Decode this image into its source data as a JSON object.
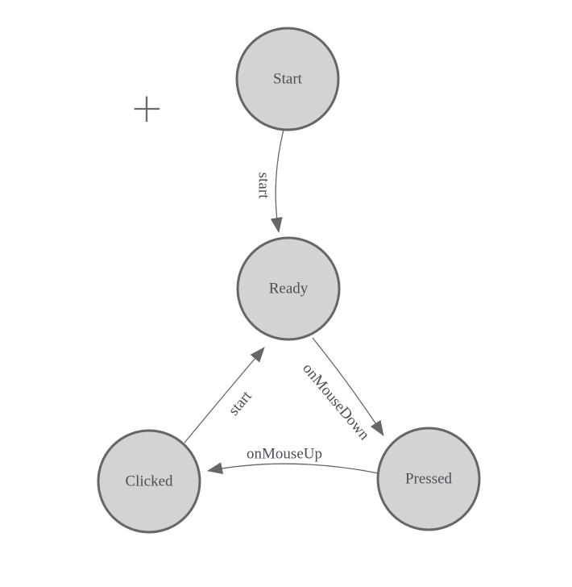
{
  "canvas": {
    "background": "#ffffff"
  },
  "palette": {
    "node_fill": "#d3d3d3",
    "node_stroke": "#666666",
    "edge_color": "#666666",
    "arrowhead_color": "#666666",
    "text_color": "#4e4e56"
  },
  "nodes": [
    {
      "id": "start",
      "label": "Start"
    },
    {
      "id": "ready",
      "label": "Ready"
    },
    {
      "id": "clicked",
      "label": "Clicked"
    },
    {
      "id": "pressed",
      "label": "Pressed"
    }
  ],
  "edges": [
    {
      "from": "start",
      "to": "ready",
      "label": "start"
    },
    {
      "from": "ready",
      "to": "pressed",
      "label": "onMouseDown"
    },
    {
      "from": "pressed",
      "to": "clicked",
      "label": "onMouseUp"
    },
    {
      "from": "clicked",
      "to": "ready",
      "label": "start"
    }
  ]
}
